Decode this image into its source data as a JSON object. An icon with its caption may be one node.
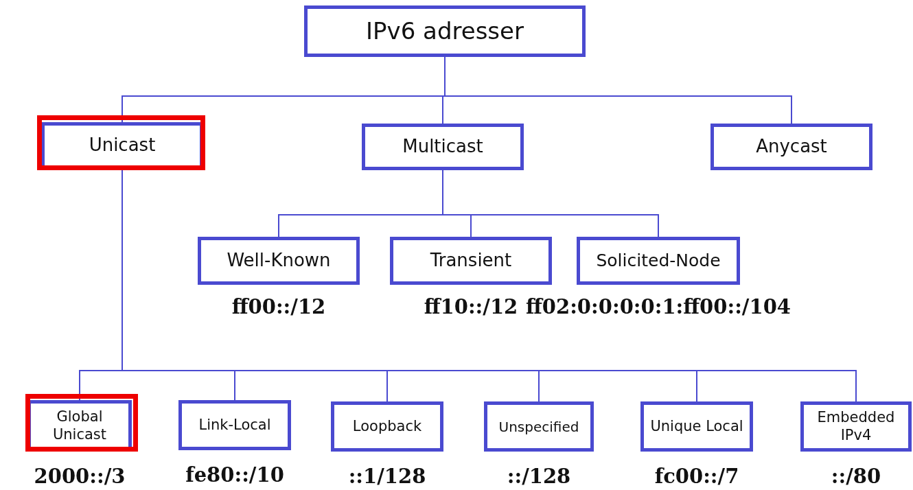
{
  "diagram": {
    "nodes": [
      {
        "text": [
          "IPv6 adresser"
        ]
      },
      {
        "text": [
          "Unicast"
        ]
      },
      {
        "text": [
          "Multicast"
        ]
      },
      {
        "text": [
          "Anycast"
        ]
      },
      {
        "text": [
          "Well-Known"
        ],
        "beside": [
          "ff00::/12"
        ]
      },
      {
        "text": [
          "Transient"
        ],
        "beside": [
          "ff10::/12"
        ]
      },
      {
        "text": [
          "Solicited-Node"
        ],
        "beside": [
          "ff02:0:0:0:0:1:ff00::/104"
        ]
      },
      {
        "text": [
          "Global Unicast"
        ],
        "beside": [
          "2000::/3"
        ]
      },
      {
        "text": [
          "Link-Local"
        ],
        "beside": [
          "fe80::/10"
        ]
      },
      {
        "text": [
          "Loopback"
        ],
        "beside": [
          "::1/128"
        ]
      },
      {
        "text": [
          "Unspecified"
        ],
        "beside": [
          "::/128"
        ]
      },
      {
        "text": [
          "Unique Local"
        ],
        "beside": [
          "fc00::/7"
        ]
      },
      {
        "text": [
          "Embedded IPv4"
        ],
        "beside": [
          "::/80"
        ]
      }
    ],
    "edges": [
      {
        "from": 0,
        "to": 1,
        "arrow": "none"
      },
      {
        "from": 0,
        "to": 2,
        "arrow": "none"
      },
      {
        "from": 0,
        "to": 3,
        "arrow": "none"
      },
      {
        "from": 2,
        "to": 4,
        "arrow": "none"
      },
      {
        "from": 2,
        "to": 5,
        "arrow": "none"
      },
      {
        "from": 2,
        "to": 6,
        "arrow": "none"
      },
      {
        "from": 1,
        "to": 7,
        "arrow": "none"
      },
      {
        "from": 1,
        "to": 8,
        "arrow": "none"
      },
      {
        "from": 1,
        "to": 9,
        "arrow": "none"
      },
      {
        "from": 1,
        "to": 10,
        "arrow": "none"
      },
      {
        "from": 1,
        "to": 11,
        "arrow": "none"
      },
      {
        "from": 1,
        "to": 12,
        "arrow": "none"
      }
    ]
  }
}
